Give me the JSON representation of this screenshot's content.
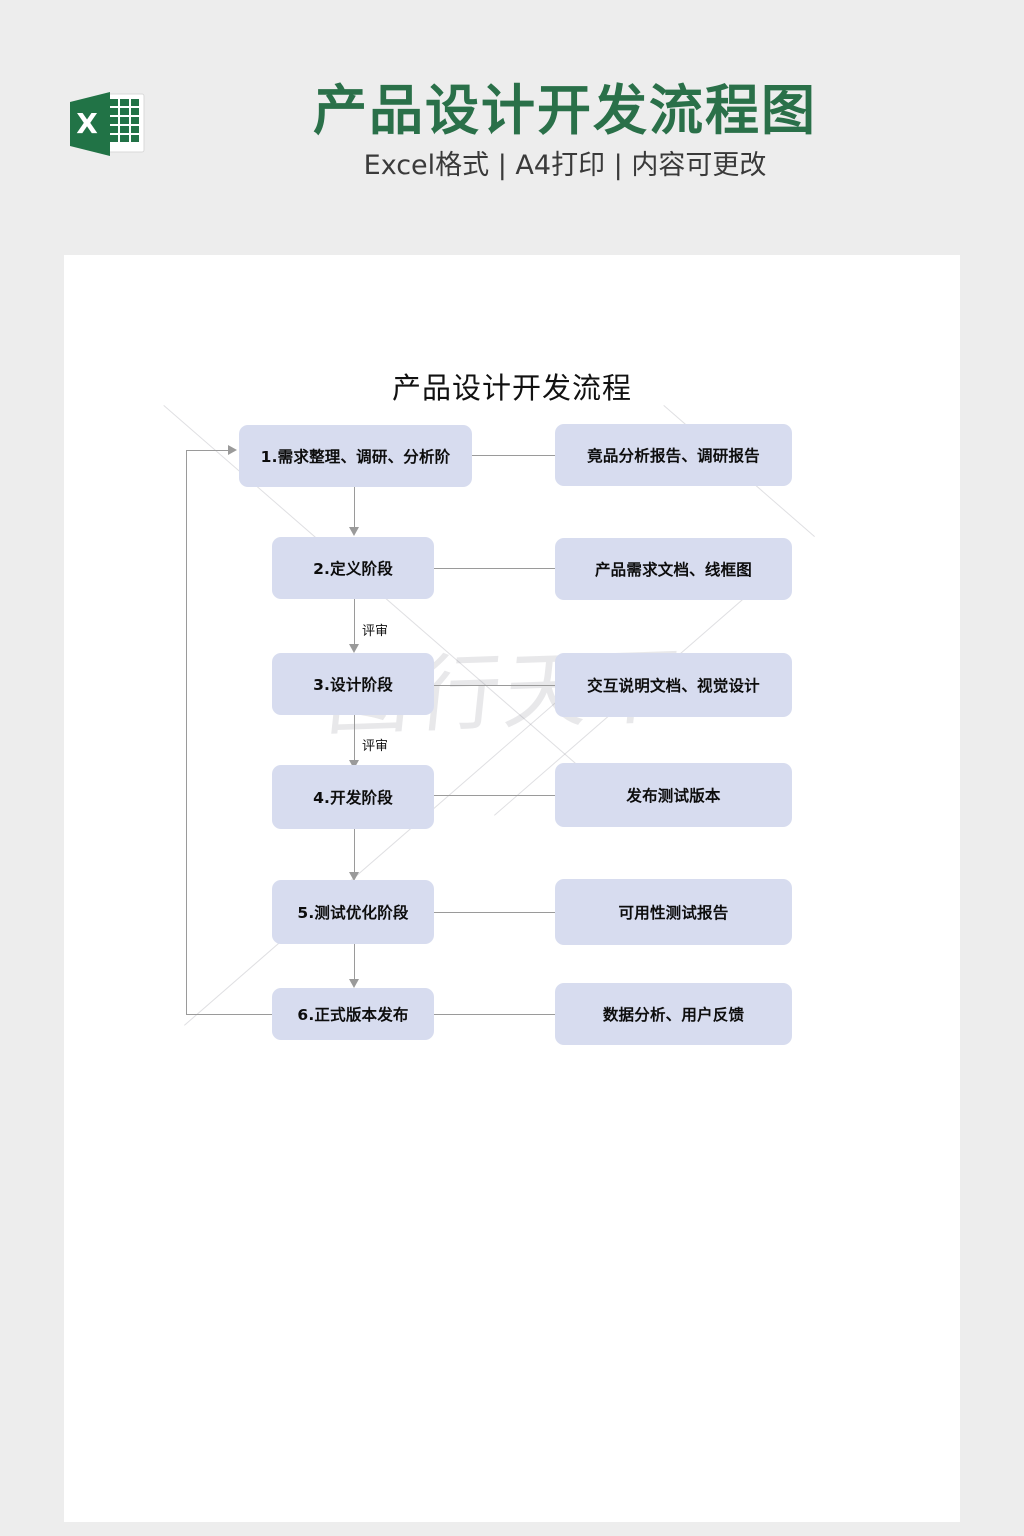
{
  "header": {
    "icon_name": "excel-icon",
    "icon_letter": "X",
    "title": "产品设计开发流程图",
    "subtitle": "Excel格式 | A4打印 | 内容可更改",
    "title_color": "#2a7049",
    "subtitle_color": "#3a3a3a",
    "background_color": "#ededed"
  },
  "page": {
    "background_color": "#ffffff",
    "watermark": "图行天下"
  },
  "diagram": {
    "title": "产品设计开发流程",
    "node_fill": "#d7dcef",
    "connector_color": "#9a9a9a",
    "stages": [
      {
        "label": "1.需求整理、调研、分析阶"
      },
      {
        "label": "2.定义阶段"
      },
      {
        "label": "3.设计阶段"
      },
      {
        "label": "4.开发阶段"
      },
      {
        "label": "5.测试优化阶段"
      },
      {
        "label": "6.正式版本发布"
      }
    ],
    "outputs": [
      {
        "label": "竟品分析报告、调研报告"
      },
      {
        "label": "产品需求文档、线框图"
      },
      {
        "label": "交互说明文档、视觉设计"
      },
      {
        "label": "发布测试版本"
      },
      {
        "label": "可用性测试报告"
      },
      {
        "label": "数据分析、用户反馈"
      }
    ],
    "edge_labels": [
      {
        "label": "评审"
      },
      {
        "label": "评审"
      }
    ]
  }
}
